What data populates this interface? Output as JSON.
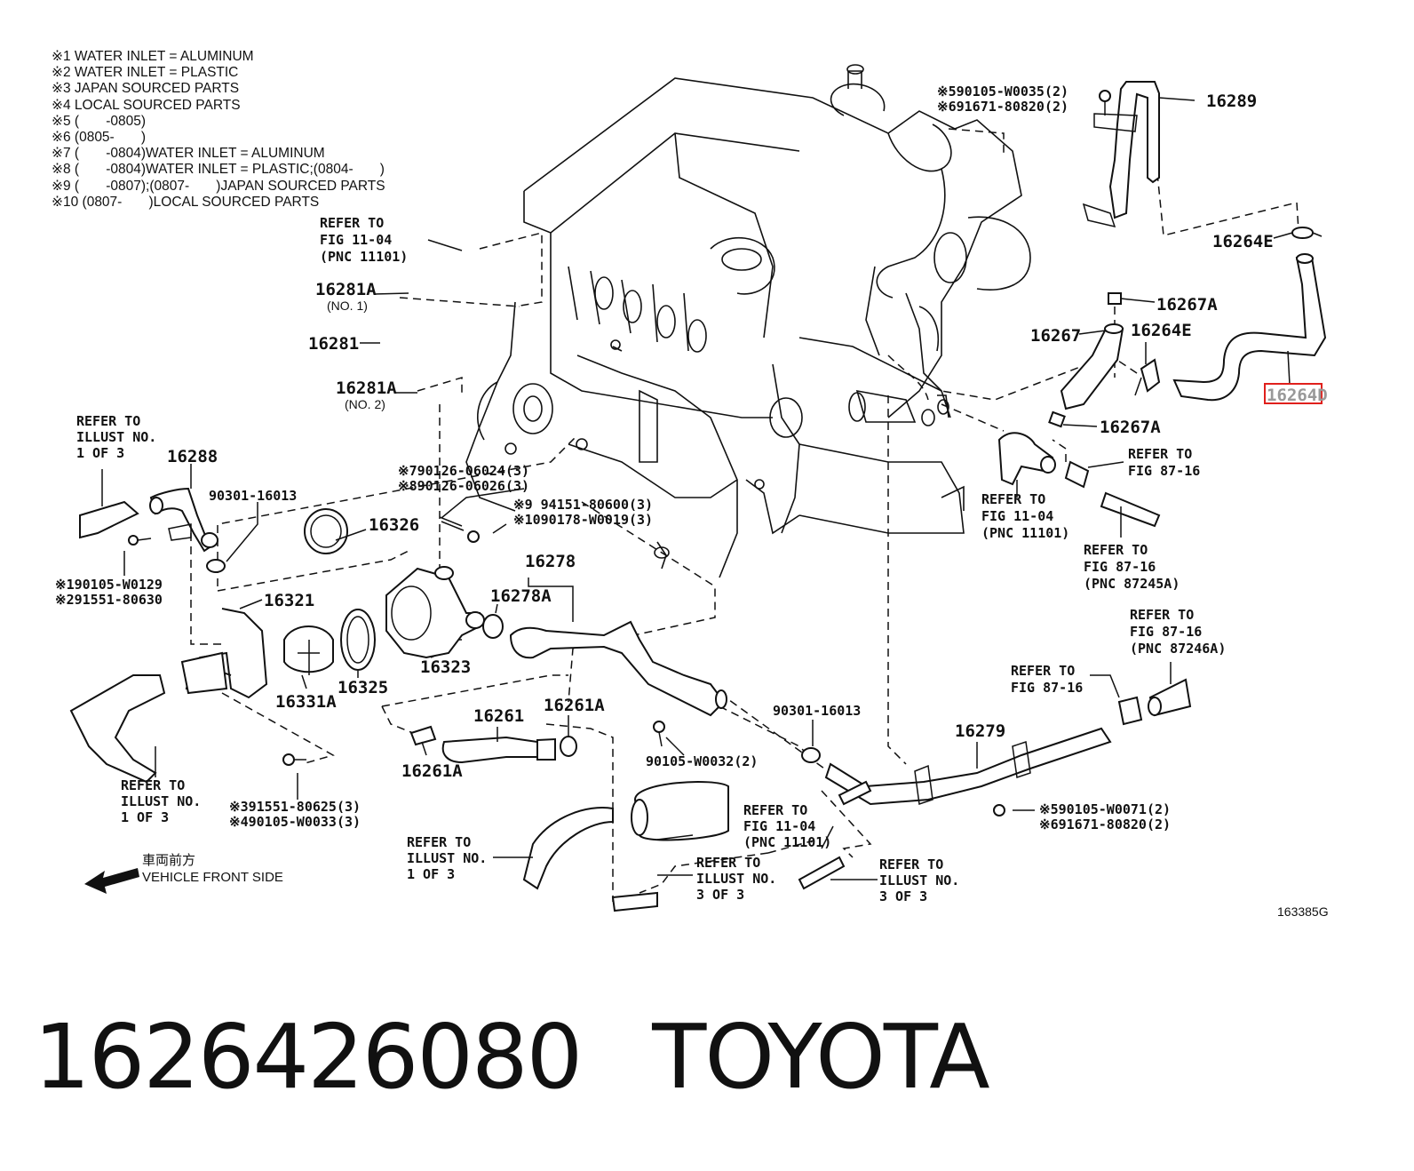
{
  "notes": [
    "※1 WATER INLET = ALUMINUM",
    "※2 WATER INLET = PLASTIC",
    "※3 JAPAN SOURCED PARTS",
    "※4 LOCAL SOURCED PARTS",
    "※5 (       -0805)",
    "※6 (0805-       )",
    "※7 (       -0804)WATER INLET = ALUMINUM",
    "※8 (       -0804)WATER INLET = PLASTIC;(0804-       )",
    "※9 (       -0807);(0807-       )JAPAN SOURCED PARTS",
    "※10 (0807-       )LOCAL SOURCED PARTS"
  ],
  "labels": {
    "p16289": "16289",
    "p16264E_a": "16264E",
    "p16267A_a": "16267A",
    "p16267": "16267",
    "p16264E_b": "16264E",
    "p16264D": "16264D",
    "p16267A_b": "16267A",
    "p16281A_a": "16281A",
    "p16281A_a_no": "(NO. 1)",
    "p16281": "16281",
    "p16281A_b": "16281A",
    "p16281A_b_no": "(NO. 2)",
    "p16288": "16288",
    "p90301_a": "90301-16013",
    "p16326": "16326",
    "p16321": "16321",
    "p16331A": "16331A",
    "p16325": "16325",
    "p16323": "16323",
    "p16278": "16278",
    "p16278A": "16278A",
    "p16261": "16261",
    "p16261A_a": "16261A",
    "p16261A_b": "16261A",
    "p90301_b": "90301-16013",
    "p90105_W0032": "90105-W0032(2)",
    "p16279": "16279"
  },
  "bolts": {
    "top_right_1": "※590105-W0035(2)",
    "top_right_2": "※691671-80820(2)",
    "mid_1": "※790126-06024(3)",
    "mid_2": "※890126-06026(3)",
    "mid_3": "※9  94151-80600(3)",
    "mid_4": "※1090178-W0019(3)",
    "left_1": "※190105-W0129",
    "left_2": "※291551-80630",
    "bot_left_1": "※391551-80625(3)",
    "bot_left_2": "※490105-W0033(3)",
    "bot_right_1": "※590105-W0071(2)",
    "bot_right_2": "※691671-80820(2)"
  },
  "refs": {
    "r1": [
      "REFER TO",
      "FIG 11-04",
      "(PNC 11101)"
    ],
    "r2": [
      "REFER TO",
      "ILLUST NO.",
      "1 OF 3"
    ],
    "r3": [
      "REFER TO",
      "FIG 87-16"
    ],
    "r4": [
      "REFER TO",
      "FIG 11-04",
      "(PNC 11101)"
    ],
    "r5": [
      "REFER TO",
      "FIG 87-16",
      "(PNC 87245A)"
    ],
    "r6": [
      "REFER TO",
      "FIG 87-16",
      "(PNC 87246A)"
    ],
    "r7": [
      "REFER TO",
      "FIG 87-16"
    ],
    "r8": [
      "REFER TO",
      "ILLUST NO.",
      "1 OF 3"
    ],
    "r9": [
      "REFER TO",
      "FIG 11-04",
      "(PNC 11101)"
    ],
    "r10": [
      "REFER TO",
      "ILLUST NO.",
      "1 OF 3"
    ],
    "r11": [
      "REFER TO",
      "ILLUST NO.",
      "3 OF 3"
    ],
    "r12": [
      "REFER TO",
      "ILLUST NO.",
      "3 OF 3"
    ]
  },
  "direction": {
    "jp": "車両前方",
    "en": "VEHICLE FRONT SIDE"
  },
  "figure_id": "163385G",
  "caption": {
    "part_number": "1626426080",
    "brand": "TOYOTA"
  },
  "highlight_color": "#e0201c"
}
